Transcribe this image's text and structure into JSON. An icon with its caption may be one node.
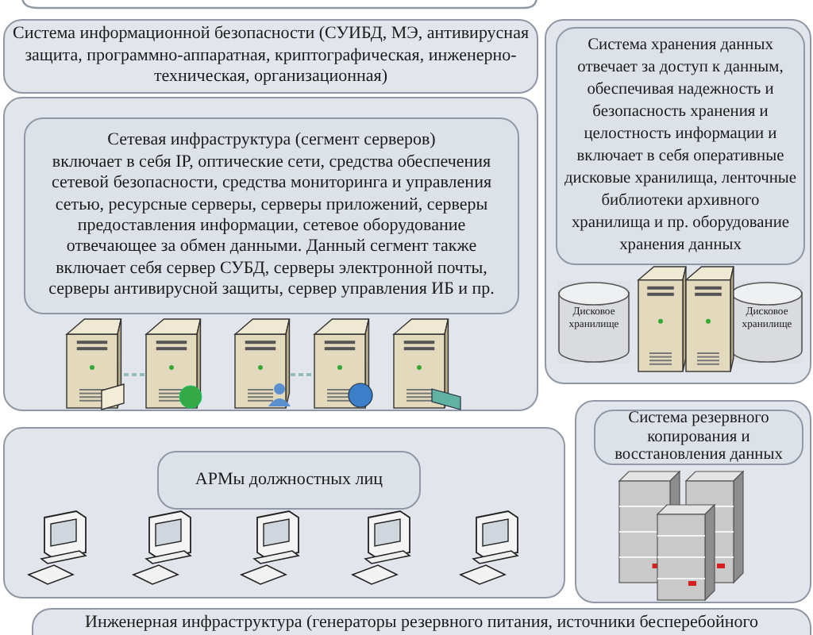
{
  "diagram": {
    "nodes": [
      {
        "text": [
          "Система информационной безопасности (СУИБД, МЭ, антивирусная защита, программно-аппаратная, криптографическая, инженерно-техническая, организационная)"
        ]
      },
      {
        "text": [],
        "shape": "box"
      },
      {
        "text": [
          "Сетевая инфраструктура (сегмент серверов)",
          "включает в себя IP, оптические сети, средства обеспечения сетевой безопасности, средства мониторинга и управления сетью, ресурсные серверы, серверы приложений, серверы предоставления информации, сетевое оборудование отвечающее за обмен данными. Данный сегмент также включает себя сервер СУБД, серверы электронной почты, серверы антивирусной защиты, сервер управления ИБ и пр."
        ],
        "in": 1
      },
      {
        "text": [],
        "shape": "box"
      },
      {
        "text": [
          "Система хранения данных отвечает за  доступ к данным, обеспечивая надежность и безопасность хранения и целостность информации и включает в себя оперативные дисковые хранилища, ленточные библиотеки архивного хранилища и пр. оборудование хранения данных"
        ],
        "in": 3
      },
      {
        "text": [
          "Дисковое хранилище"
        ],
        "in": 3
      },
      {
        "text": [
          "Дисковое хранилище"
        ],
        "in": 3
      },
      {
        "text": [],
        "shape": "box"
      },
      {
        "text": [
          "АРМы должностных лиц"
        ],
        "in": 7
      },
      {
        "text": [],
        "shape": "box"
      },
      {
        "text": [
          "Система резервного копирования и восстановления данных"
        ],
        "in": 9
      },
      {
        "text": [
          "Инженерная инфраструктура (генераторы резервного питания, источники бесперебойного"
        ]
      }
    ]
  }
}
